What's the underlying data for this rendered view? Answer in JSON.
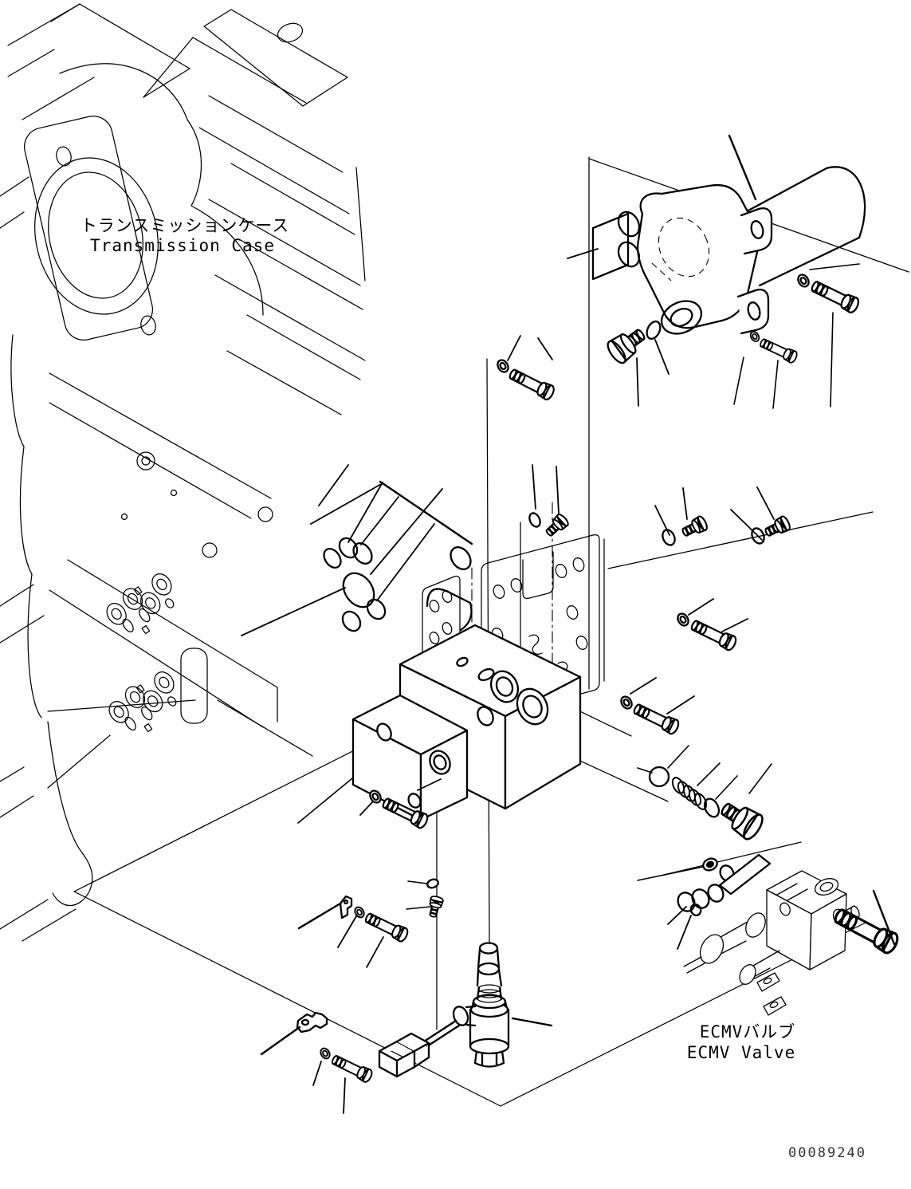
{
  "document": {
    "kind": "exploded parts diagram",
    "drawing_number": "00089240"
  },
  "labels": {
    "transmission_case_jp": "トランスミッションケース",
    "transmission_case_en": "Transmission Case",
    "ecmv_valve_jp": "ECMVバルブ",
    "ecmv_valve_en": "ECMV Valve"
  },
  "colors": {
    "background": "#ffffff",
    "line": "#000000",
    "drawing_number": "#333333"
  },
  "components": [
    "transmission-case",
    "control-valve-body",
    "gasket-plate",
    "separator-plate",
    "accumulator-assembly",
    "solenoid-valve",
    "ecmv-valve",
    "hex-bolt",
    "washer",
    "o-ring",
    "hex-plug",
    "large-plug",
    "spring",
    "steel-ball",
    "clip-bracket",
    "wire-clamp",
    "connector",
    "grommet",
    "shim-plate"
  ]
}
